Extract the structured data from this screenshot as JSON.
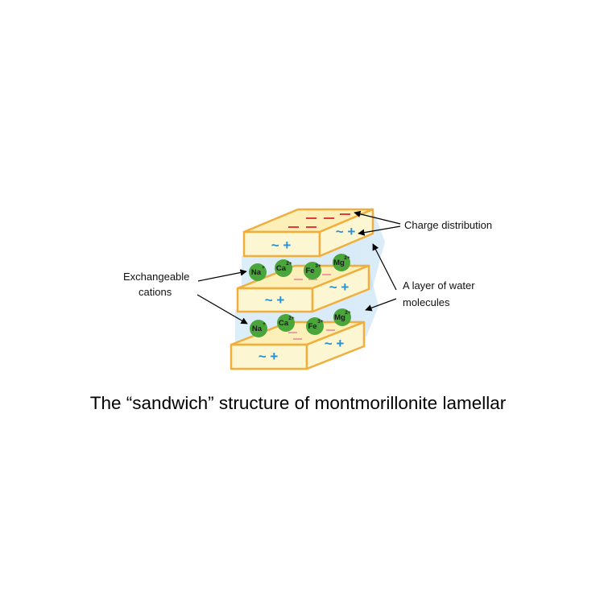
{
  "labels": {
    "charge_distribution": "Charge distribution",
    "exchangeable_cations_line1": "Exchangeable",
    "exchangeable_cations_line2": "cations",
    "water_layer_line1": "A layer of water",
    "water_layer_line2": "molecules"
  },
  "caption": "The “sandwich” structure of montmorillonite lamellar",
  "face_charge": "~ +",
  "layer1_ions": [
    {
      "base": "Na",
      "charge": "+"
    },
    {
      "base": "Ca",
      "charge": "2+"
    },
    {
      "base": "Fe",
      "charge": "3+"
    },
    {
      "base": "Mg",
      "charge": "2+"
    }
  ],
  "layer2_ions": [
    {
      "base": "Na",
      "charge": "+"
    },
    {
      "base": "Ca",
      "charge": "2+"
    },
    {
      "base": "Fe",
      "charge": "3+"
    },
    {
      "base": "Mg",
      "charge": "2+"
    }
  ],
  "colors": {
    "slab_fill": "#fdf6d2",
    "slab_top": "#fcefb8",
    "slab_border": "#f0ae3c",
    "water": "#cfe6f6",
    "cation": "#4aa53a",
    "negative_charge": "#e0393e",
    "positive_charge": "#2b8fd0",
    "arrow": "#000000"
  }
}
